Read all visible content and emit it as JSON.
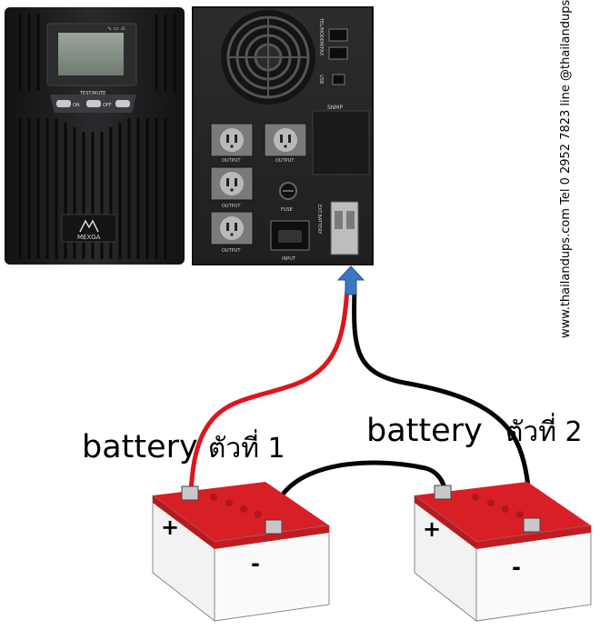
{
  "ups_front": {
    "button_bar_label": "TEST/MUTE",
    "on_label": "ON",
    "off_label": "OFF",
    "brand": "MEXGA"
  },
  "ups_rear": {
    "port_labels": {
      "tel": "TEL/MODEM/FAX",
      "usb": "USB",
      "snmp": "SNMP",
      "ext_battery": "EXT.BATTERY",
      "fuse": "FUSE",
      "input": "INPUT"
    },
    "outlet_label": "OUTPUT"
  },
  "batteries": [
    {
      "label_en": "battery",
      "label_th": "ตัวที่ 1",
      "plus": "+",
      "minus": "-"
    },
    {
      "label_en": "battery",
      "label_th": "ตัวที่ 2",
      "plus": "+",
      "minus": "-"
    }
  ],
  "watermark": "www.thailandups.com Tel 0 2952 7823  line @thailandups",
  "colors": {
    "positive_wire": "#e0141b",
    "negative_wire": "#050505",
    "arrow": "#3a78c2",
    "battery_top": "#d91f26",
    "ups_body": "#1c1c1e"
  }
}
